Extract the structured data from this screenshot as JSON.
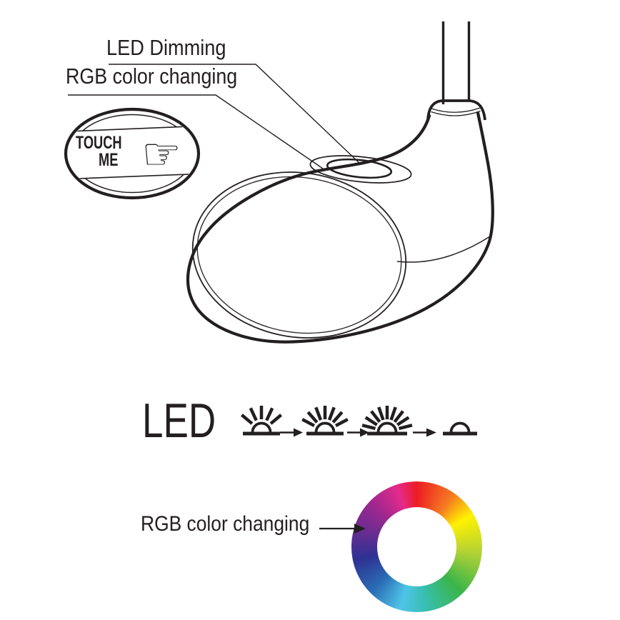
{
  "illustration": {
    "callouts": {
      "led_dimming": "LED Dimming",
      "rgb_color_changing": "RGB color changing"
    },
    "touch_badge": {
      "line1": "TOUCH",
      "line2": "ME",
      "hand_icon": "pointing-finger-right-icon",
      "hand_glyph": "☞"
    }
  },
  "led_sequence": {
    "heading": "LED",
    "separator_icon": "right-arrow-icon",
    "steps": [
      {
        "icon": "led-brightness-low-icon",
        "rays": 5
      },
      {
        "icon": "led-brightness-medium-icon",
        "rays": 7
      },
      {
        "icon": "led-brightness-high-icon",
        "rays": 9
      },
      {
        "icon": "led-off-icon",
        "rays": 0
      }
    ]
  },
  "rgb_section": {
    "label": "RGB color changing",
    "arrow_icon": "right-arrow-icon",
    "wheel_icon": "rgb-color-wheel",
    "wheel_colors": [
      {
        "angle": 0,
        "color": "#ed1c24"
      },
      {
        "angle": 35,
        "color": "#f57c20"
      },
      {
        "angle": 60,
        "color": "#fff200"
      },
      {
        "angle": 95,
        "color": "#b5d334"
      },
      {
        "angle": 135,
        "color": "#3ab54a"
      },
      {
        "angle": 172,
        "color": "#38bfb3"
      },
      {
        "angle": 195,
        "color": "#4fc4e8"
      },
      {
        "angle": 225,
        "color": "#2a6db5"
      },
      {
        "angle": 258,
        "color": "#2e3192"
      },
      {
        "angle": 285,
        "color": "#662d91"
      },
      {
        "angle": 315,
        "color": "#a0278f"
      },
      {
        "angle": 342,
        "color": "#e52a8b"
      },
      {
        "angle": 360,
        "color": "#ed1c24"
      }
    ]
  },
  "line_color": "#231f20",
  "background_color": "#ffffff"
}
